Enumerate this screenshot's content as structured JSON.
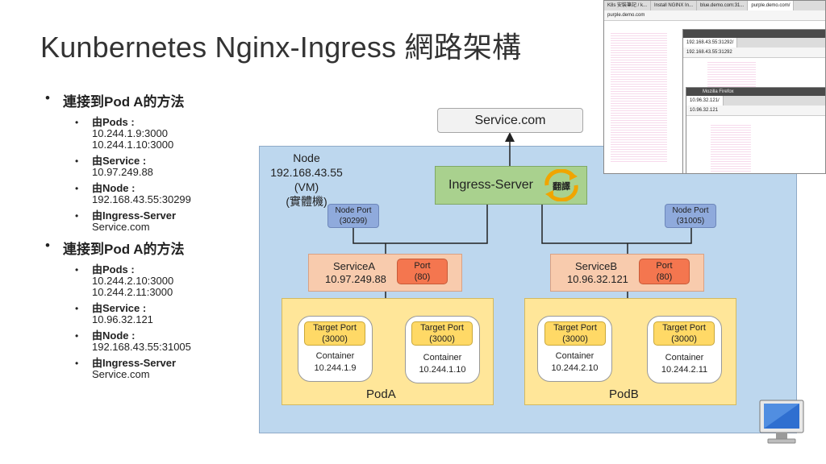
{
  "title": "Kunbernetes Nginx-Ingress 網路架構",
  "outline": [
    {
      "title": "連接到Pod A的方法",
      "items": [
        {
          "head": "由Pods :",
          "lines": [
            "10.244.1.9:3000",
            "10.244.1.10:3000"
          ]
        },
        {
          "head": "由Service :",
          "lines": [
            "10.97.249.88"
          ]
        },
        {
          "head": "由Node :",
          "lines": [
            "192.168.43.55:30299"
          ]
        },
        {
          "head": "由Ingress-Server",
          "lines": [
            "Service.com"
          ]
        }
      ]
    },
    {
      "title": "連接到Pod A的方法",
      "items": [
        {
          "head": "由Pods :",
          "lines": [
            "10.244.2.10:3000",
            "10.244.2.11:3000"
          ]
        },
        {
          "head": "由Service :",
          "lines": [
            "10.96.32.121"
          ]
        },
        {
          "head": "由Node :",
          "lines": [
            "192.168.43.55:31005"
          ]
        },
        {
          "head": "由Ingress-Server",
          "lines": [
            "Service.com"
          ]
        }
      ]
    }
  ],
  "diagram": {
    "service_com": "Service.com",
    "node": {
      "line1": "Node",
      "line2": "192.168.43.55",
      "line3": "(VM)",
      "line4": "(實體機)"
    },
    "ingress": {
      "label": "Ingress-Server",
      "icon_text": "翻譯"
    },
    "node_port_a": {
      "label": "Node Port",
      "value": "(30299)"
    },
    "node_port_b": {
      "label": "Node Port",
      "value": "(31005)"
    },
    "service_a": {
      "name": "ServiceA",
      "ip": "10.97.249.88",
      "port_label": "Port",
      "port_value": "(80)"
    },
    "service_b": {
      "name": "ServiceB",
      "ip": "10.96.32.121",
      "port_label": "Port",
      "port_value": "(80)"
    },
    "pod_a": {
      "label": "PodA",
      "containers": [
        {
          "port_label": "Target Port",
          "port_value": "(3000)",
          "name": "Container",
          "ip": "10.244.1.9"
        },
        {
          "port_label": "Target Port",
          "port_value": "(3000)",
          "name": "Container",
          "ip": "10.244.1.10"
        }
      ]
    },
    "pod_b": {
      "label": "PodB",
      "containers": [
        {
          "port_label": "Target Port",
          "port_value": "(3000)",
          "name": "Container",
          "ip": "10.244.2.10"
        },
        {
          "port_label": "Target Port",
          "port_value": "(3000)",
          "name": "Container",
          "ip": "10.244.2.11"
        }
      ]
    }
  },
  "screenshots": {
    "back_tabs": [
      "K8s 安裝筆記 / k...",
      "Install NGINX In...",
      "blue.demo.com:31...",
      "purple.demo.com/"
    ],
    "back_url": "purple.demo.com",
    "mid_url": "192.168.43.55:31292/",
    "mid_url_bar": "192.168.43.55:31292",
    "front_title": "Mozilla Firefox",
    "front_url": "10.96.32.121/",
    "front_url_bar": "10.96.32.121"
  },
  "colors": {
    "node_bg": "#bdd7ee",
    "ingress_bg": "#a9d18e",
    "node_port_bg": "#8faadc",
    "service_bg": "#f8cbad",
    "service_port_bg": "#f4764f",
    "pod_bg": "#ffe699",
    "target_port_bg": "#ffd966"
  }
}
